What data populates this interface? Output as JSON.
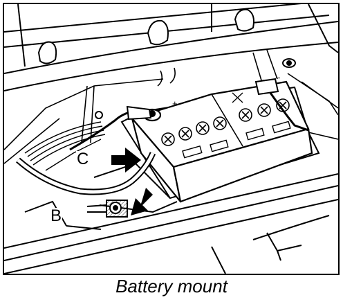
{
  "figure": {
    "caption": "Battery mount",
    "callouts": [
      {
        "id": "B",
        "label": "B"
      },
      {
        "id": "C",
        "label": "C"
      }
    ],
    "battery_markings": {
      "positive": "+",
      "negative": "−"
    }
  }
}
